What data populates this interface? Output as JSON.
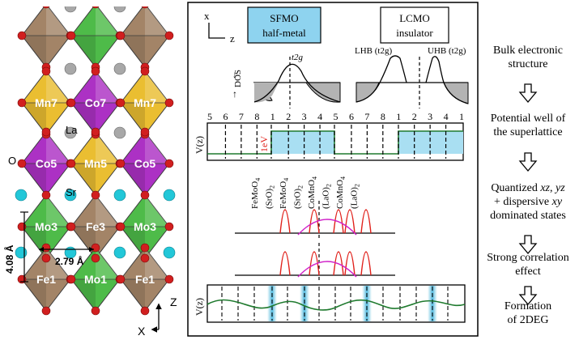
{
  "crystal": {
    "atom_colors": {
      "O": "#d11f1f",
      "La": "#a8a8a8",
      "Sr": "#22c7d8"
    },
    "polyhedra": [
      {
        "label": "",
        "color": "#9b7a5a"
      },
      {
        "label": "",
        "color": "#3fb53a"
      },
      {
        "label": "",
        "color": "#9b7a5a"
      },
      {
        "label": "Mn7",
        "color": "#e8b820"
      },
      {
        "label": "Co7",
        "color": "#a51fbf"
      },
      {
        "label": "Mn7",
        "color": "#e8b820"
      },
      {
        "label": "Co5",
        "color": "#a51fbf"
      },
      {
        "label": "Mn5",
        "color": "#e8b820"
      },
      {
        "label": "Co5",
        "color": "#a51fbf"
      },
      {
        "label": "Mo3",
        "color": "#3fb53a"
      },
      {
        "label": "Fe3",
        "color": "#9b7a5a"
      },
      {
        "label": "Mo3",
        "color": "#3fb53a"
      },
      {
        "label": "Fe1",
        "color": "#9b7a5a"
      },
      {
        "label": "Mo1",
        "color": "#3fb53a"
      },
      {
        "label": "Fe1",
        "color": "#9b7a5a"
      }
    ],
    "atom_labels": {
      "la": "La",
      "o": "O",
      "sr": "Sr"
    },
    "dimension_vertical": "4.08 Å",
    "dimension_horizontal": "2.79 Å",
    "axis_z": "Z",
    "axis_x": "X"
  },
  "panel": {
    "axis_x_small": "x",
    "axis_z_small": "z",
    "sfmo_box": {
      "line1": "SFMO",
      "line2": "half-metal",
      "color": "#8ed3ef"
    },
    "lcmo_box": {
      "line1": "LCMO",
      "line2": "insulator"
    },
    "dos_label": "DOS",
    "t2g_label": "t2g",
    "lhb_label": "LHB (t2g)",
    "uhb_label": "UHB (t2g)",
    "potential_label": "V(z)",
    "layer_numbers": [
      "5",
      "6",
      "7",
      "8",
      "1",
      "2",
      "3",
      "4",
      "5",
      "6",
      "7",
      "8",
      "1",
      "2",
      "3",
      "4",
      "1"
    ],
    "well_depth_label": "1eV",
    "layer_names": [
      "FeMoO4",
      "(SrO)2",
      "FeMoO4",
      "(SrO)2",
      "CoMnO4",
      "(LaO)2",
      "CoMnO4",
      "(LaO)2"
    ],
    "potential_label_bottom": "V(z)",
    "colors": {
      "potential_line": "#1f7a2e",
      "sharp_peaks": "#e0201a",
      "broad_band": "#d020c8",
      "well_fill": "#a9dff2",
      "gray_fill": "#b3b3b3"
    }
  },
  "steps": [
    "Bulk electronic structure",
    "Potential well of the superlattice",
    "Quantized xz, yz + dispersive xy dominated states",
    "Strong correlation effect",
    "Formation of 2DEG"
  ],
  "step_lines": [
    [
      "Bulk electronic",
      "structure"
    ],
    [
      "Potential well of",
      "the superlattice"
    ],
    [
      "Quantized xz, yz",
      "+ dispersive xy",
      "dominated states"
    ],
    [
      "Strong correlation",
      "effect"
    ],
    [
      "Formation",
      "of 2DEG"
    ]
  ]
}
